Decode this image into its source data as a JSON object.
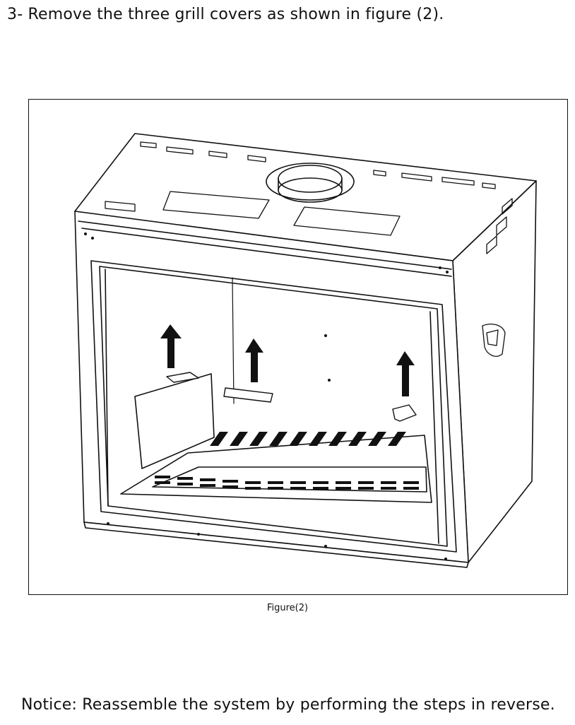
{
  "instruction": "3- Remove the three grill covers as shown in figure (2).",
  "figure": {
    "caption": "Figure(2)",
    "icons": [
      "fireplace-insert-drawing",
      "up-arrow-icon",
      "grill-cover-icon"
    ]
  },
  "notice": "Notice: Reassemble the system by performing the steps in reverse."
}
